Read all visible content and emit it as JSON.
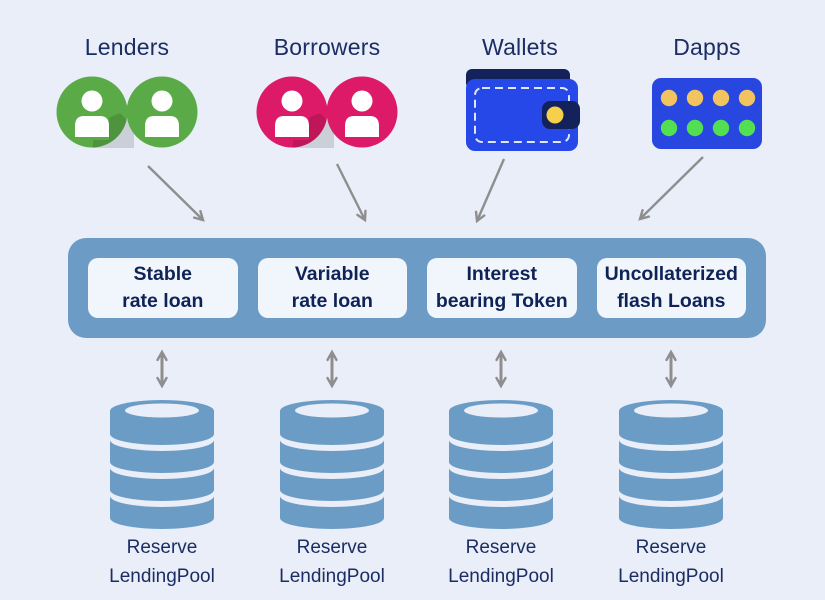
{
  "colors": {
    "background": "#e9eef8",
    "pool_bar": "#6c9cc6",
    "module_box": "#f1f5fc",
    "text_navy": "#1b2d63",
    "module_text_navy": "#0f2357",
    "arrow_gray": "#8e8e8e",
    "lenders_green": "#5aab47",
    "borrowers_pink": "#dc1a68",
    "wallet_blue": "#2748e8",
    "wallet_navy": "#13225a",
    "wallet_coin_yellow": "#f6cf4b",
    "dapps_blue": "#2847e0",
    "dapps_dot_yellow": "#f2c45f",
    "dapps_dot_green": "#52e052",
    "database_blue": "#6b9cc6"
  },
  "actors": [
    {
      "label": "Lenders",
      "icon": "users-icon"
    },
    {
      "label": "Borrowers",
      "icon": "users-icon"
    },
    {
      "label": "Wallets",
      "icon": "wallet-icon"
    },
    {
      "label": "Dapps",
      "icon": "dapps-icon"
    }
  ],
  "pool_bar": {
    "modules": [
      {
        "line1": "Stable",
        "line2": "rate loan"
      },
      {
        "line1": "Variable",
        "line2": "rate loan"
      },
      {
        "line1": "Interest",
        "line2": "bearing Token"
      },
      {
        "line1": "Uncollaterized",
        "line2": "flash Loans"
      }
    ]
  },
  "reserves": [
    {
      "line1": "Reserve",
      "line2": "LendingPool"
    },
    {
      "line1": "Reserve",
      "line2": "LendingPool"
    },
    {
      "line1": "Reserve",
      "line2": "LendingPool"
    },
    {
      "line1": "Reserve",
      "line2": "LendingPool"
    }
  ]
}
